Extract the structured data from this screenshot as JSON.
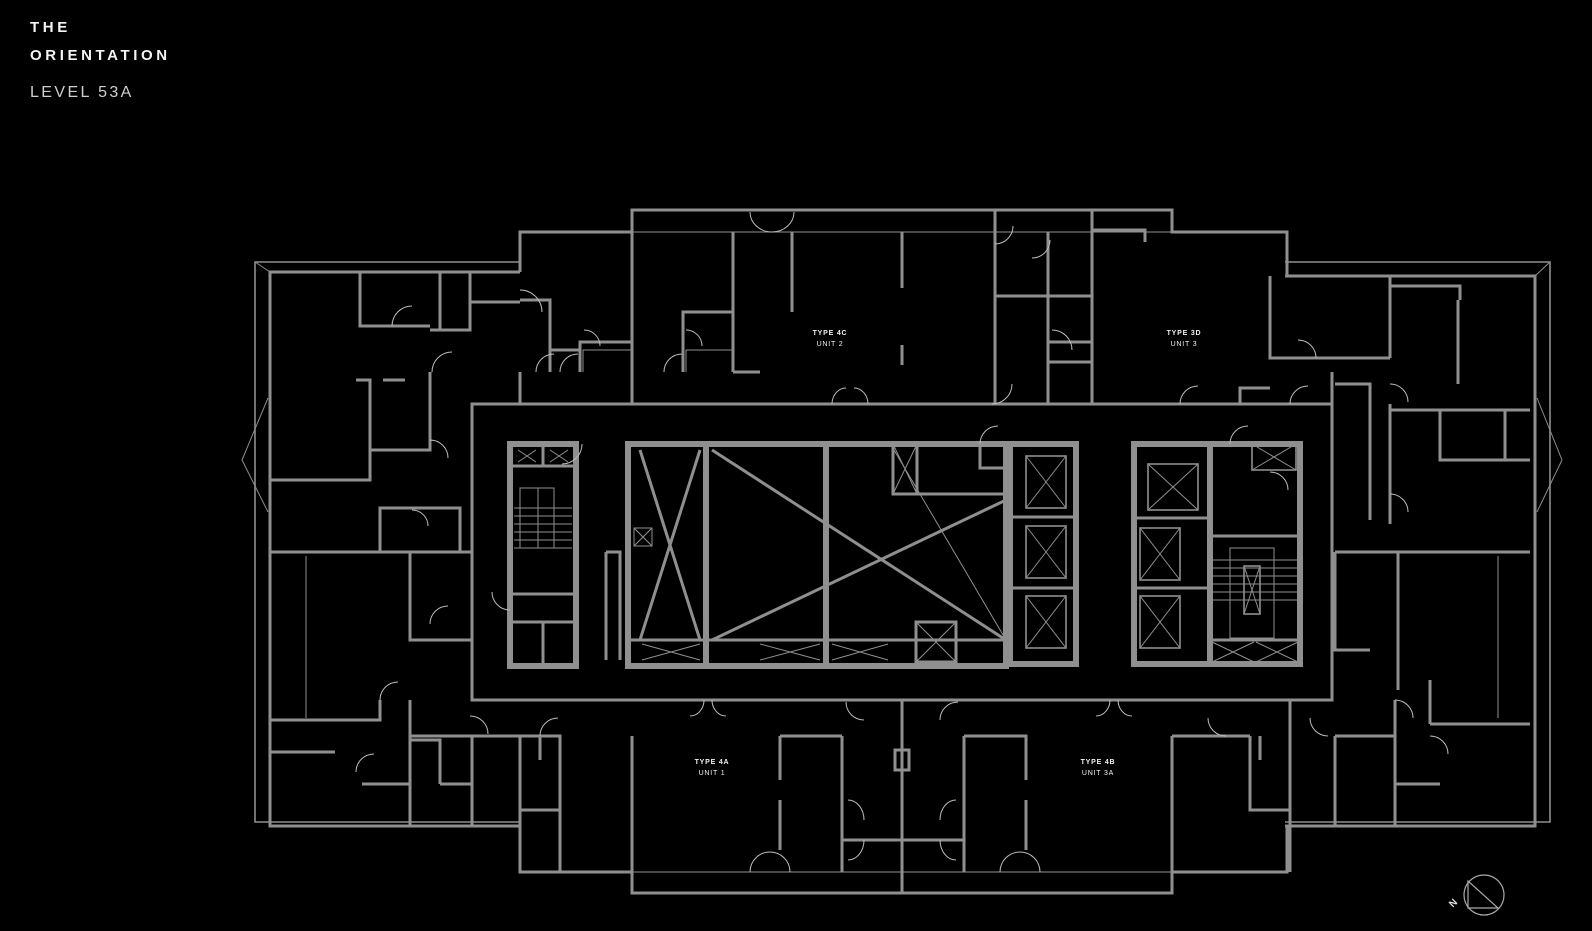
{
  "header": {
    "title_line1": "THE",
    "title_line2": "ORIENTATION",
    "level": "LEVEL 53A"
  },
  "units": [
    {
      "type": "TYPE 4C",
      "unit": "UNIT 2"
    },
    {
      "type": "TYPE 3D",
      "unit": "UNIT 3"
    },
    {
      "type": "TYPE 4A",
      "unit": "UNIT 1"
    },
    {
      "type": "TYPE 4B",
      "unit": "UNIT 3A"
    }
  ],
  "compass": {
    "label": "N",
    "icon": "north-arrow-icon"
  },
  "colors": {
    "background": "#000000",
    "walls": "#8f8f8f",
    "text": "#f4f4f4"
  }
}
